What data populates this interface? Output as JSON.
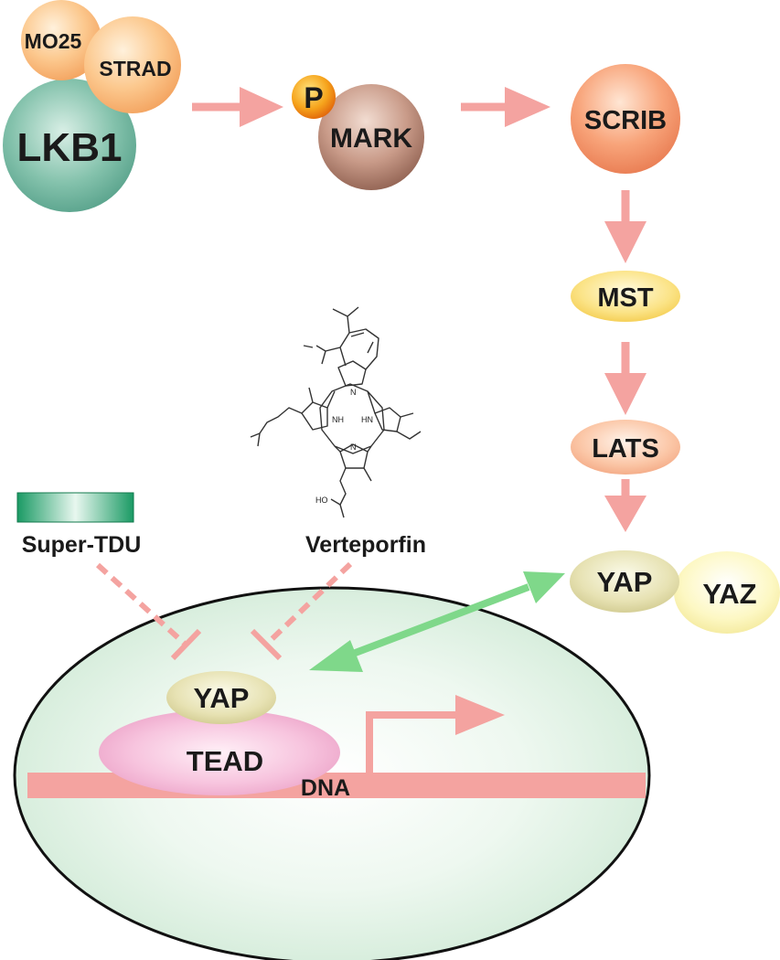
{
  "nodes": {
    "mo25": "MO25",
    "strad": "STRAD",
    "lkb1": "LKB1",
    "phospho": "P",
    "mark": "MARK",
    "scrib": "SCRIB",
    "mst": "MST",
    "lats": "LATS",
    "yap_cyto": "YAP",
    "yaz": "YAZ",
    "yap_nuc": "YAP",
    "tead": "TEAD",
    "dna": "DNA"
  },
  "inhibitors": {
    "super_tdu": "Super-TDU",
    "verteporfin": "Verteporfin"
  },
  "structure_labels": {
    "nh_left": "NH",
    "n_top": "N",
    "hn_right": "HN",
    "n_bottom": "N",
    "acid": "HO"
  },
  "colors": {
    "activation_arrow": "#f4a3a0",
    "translocation_arrow": "#7fd88a",
    "inhibition_line": "#f4a3a0",
    "dna_bar": "#f4a3a0",
    "nucleus_fill": "#e3f3e6",
    "super_tdu_bar": "#1fa36a"
  }
}
